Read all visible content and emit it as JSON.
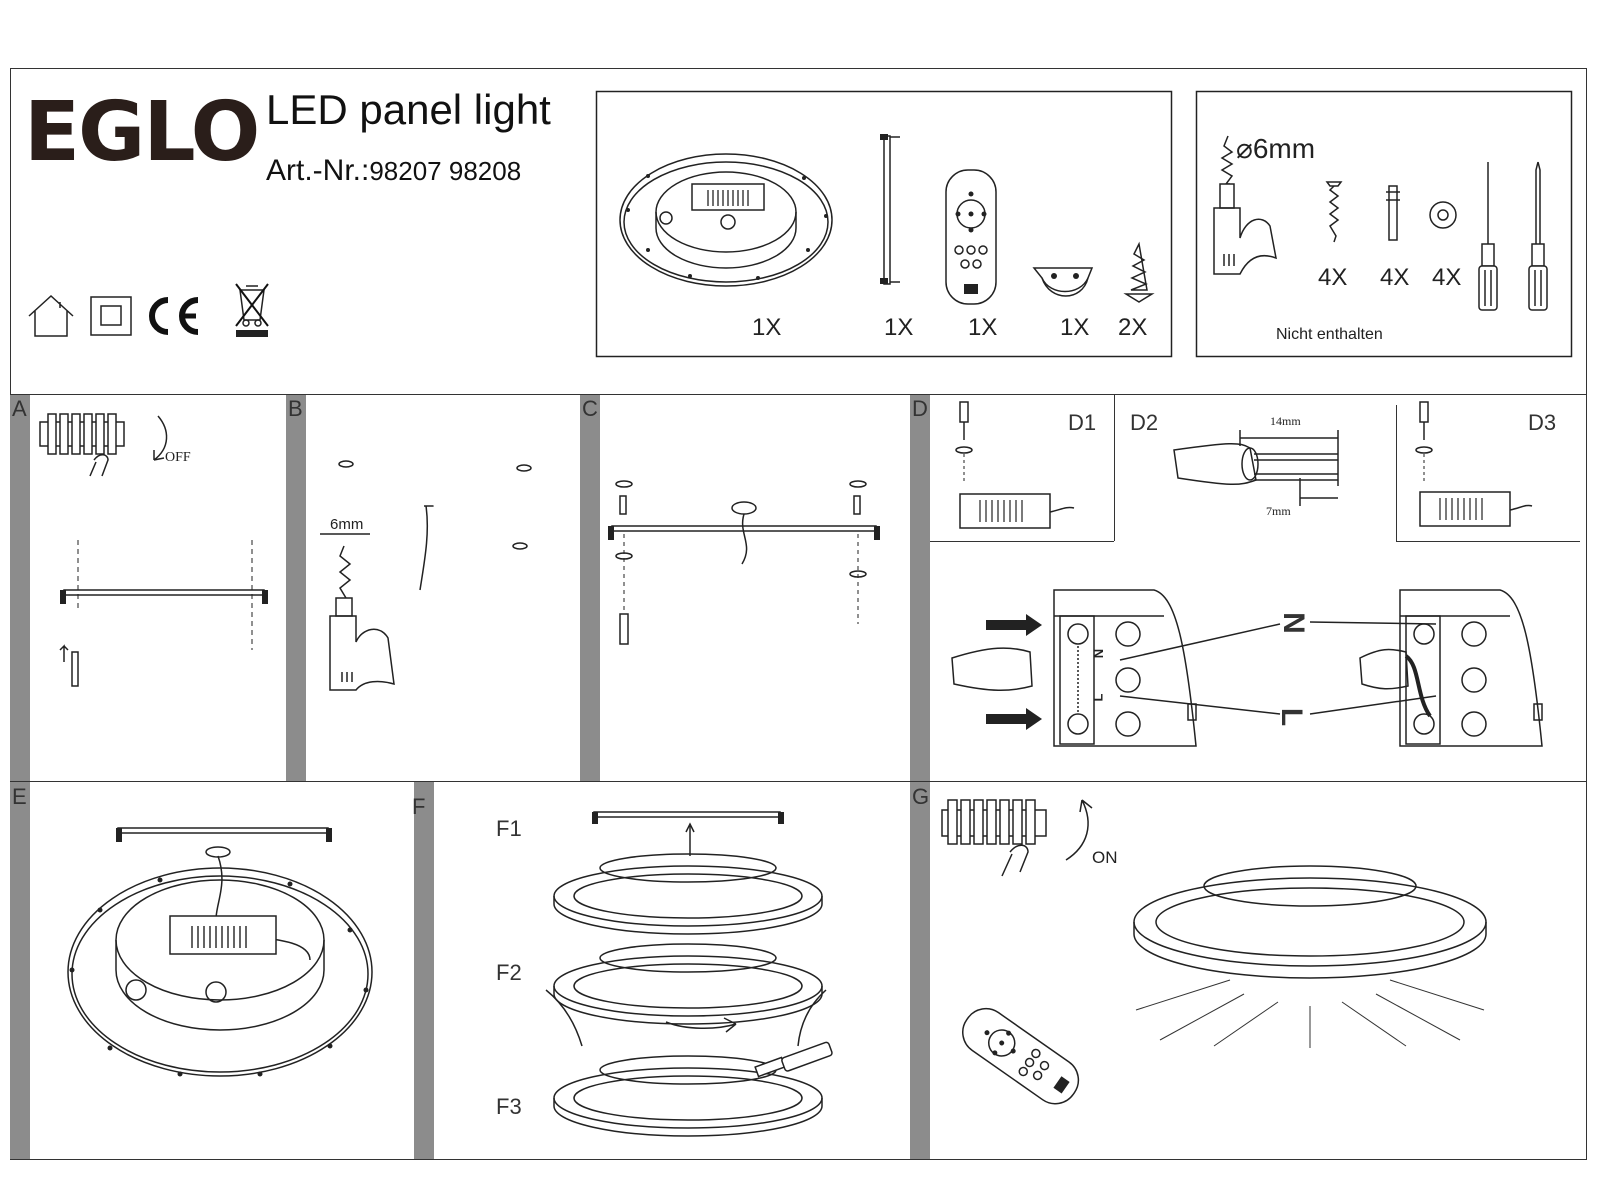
{
  "header": {
    "brand": "EGLO",
    "product_title": "LED panel light",
    "art_nr_label": "Art.-Nr.:",
    "art_numbers": "98207 98208"
  },
  "contents": {
    "quantities": [
      "1X",
      "1X",
      "1X",
      "1X",
      "2X"
    ]
  },
  "not_included": {
    "drill_size": "⌀6mm",
    "quantities": [
      "4X",
      "4X",
      "4X"
    ],
    "label": "Nicht enthalten"
  },
  "steps": {
    "a": {
      "label": "A",
      "off_text": "OFF"
    },
    "b": {
      "label": "B",
      "drill_dim": "6mm"
    },
    "c": {
      "label": "C"
    },
    "d": {
      "label": "D",
      "d1": "D1",
      "d2": "D2",
      "d3": "D3",
      "strip_long": "14mm",
      "strip_short": "7mm",
      "neutral": "N",
      "live": "L",
      "n_small": "N",
      "l_small": "L"
    },
    "e": {
      "label": "E"
    },
    "f": {
      "label": "F",
      "f1": "F1",
      "f2": "F2",
      "f3": "F3"
    },
    "g": {
      "label": "G",
      "on_text": "ON"
    }
  }
}
